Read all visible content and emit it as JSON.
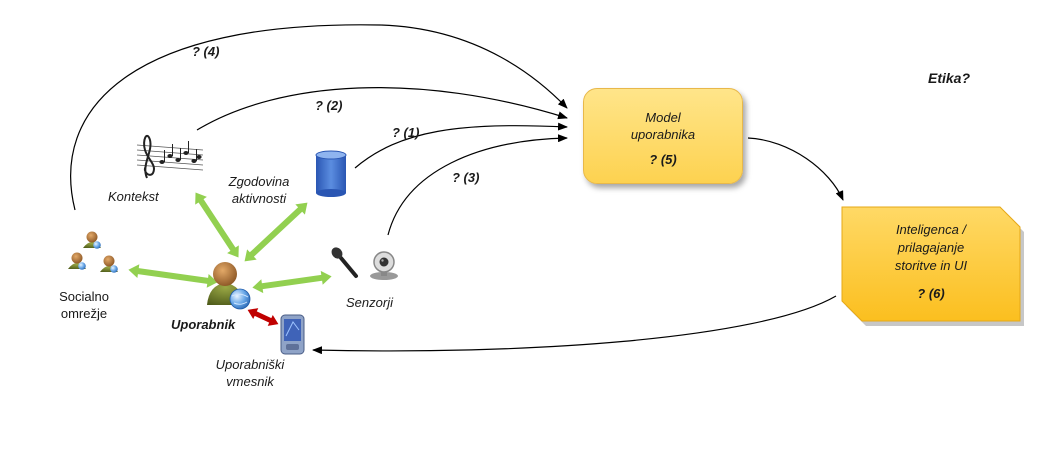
{
  "questions": {
    "q4": "? (4)",
    "q2": "? (2)",
    "q1": "? (1)",
    "q3": "? (3)"
  },
  "etika": "Etika?",
  "model_box": {
    "line1": "Model",
    "line2": "uporabnika",
    "question": "? (5)"
  },
  "intelligence_box": {
    "line1": "Inteligenca /",
    "line2": "prilagajanje",
    "line3": "storitve in UI",
    "question": "? (6)"
  },
  "labels": {
    "kontekst": "Kontekst",
    "zgodovina_line1": "Zgodovina",
    "zgodovina_line2": "aktivnosti",
    "social_line1": "Socialno",
    "social_line2": "omrežje",
    "user": "Uporabnik",
    "senzorji": "Senzorji",
    "device_line1": "Uporabniški",
    "device_line2": "vmesnik"
  },
  "colors": {
    "model_fill": "#fdd250",
    "intelligence_fill": "#fcc62a",
    "green_arrow": "#92d050",
    "red_arrow": "#c00000",
    "database": "#3e6fc9"
  }
}
